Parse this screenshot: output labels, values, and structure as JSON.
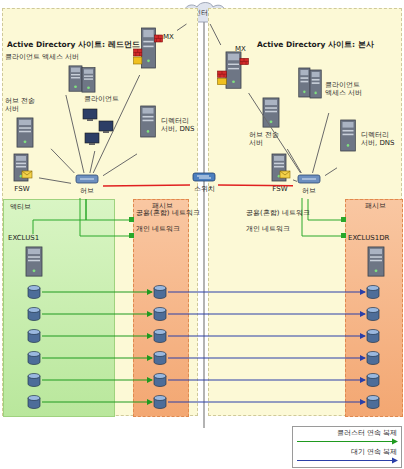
{
  "diagram": {
    "nodes": [
      {
        "text": [
          "인터넷"
        ]
      },
      {
        "text": [
          "Active Directory 사이트: 레드먼드"
        ]
      },
      {
        "text": [
          "MX"
        ],
        "in": 1
      },
      {
        "text": [
          "클라이언트 액세스 서버"
        ],
        "in": 1
      },
      {
        "text": [
          "허브 전송 서버"
        ],
        "in": 1
      },
      {
        "text": [
          "클라이언트"
        ],
        "in": 1
      },
      {
        "text": [
          "디렉터리 서버, DNS"
        ],
        "in": 1
      },
      {
        "text": [
          "FSW"
        ],
        "in": 1
      },
      {
        "text": [
          "허브"
        ],
        "in": 1
      },
      {
        "text": [
          "액티브"
        ],
        "in": 1
      },
      {
        "text": [
          "EXCLUS1"
        ],
        "in": 9
      },
      {
        "text": [
          "패시브"
        ],
        "in": 1
      },
      {
        "text": [
          "Active Directory 사이트: 본사"
        ]
      },
      {
        "text": [
          "MX"
        ],
        "in": 12
      },
      {
        "text": [
          "클라이언트 액세스 서버"
        ],
        "in": 12
      },
      {
        "text": [
          "허브 전송 서버"
        ],
        "in": 12
      },
      {
        "text": [
          "디렉터리 서버, DNS"
        ],
        "in": 12
      },
      {
        "text": [
          "FSW"
        ],
        "in": 12
      },
      {
        "text": [
          "허브"
        ],
        "in": 12
      },
      {
        "text": [
          "패시브"
        ],
        "in": 12
      },
      {
        "text": [
          "EXCLUS1DR"
        ],
        "in": 19
      },
      {
        "text": [
          "스위치"
        ]
      }
    ],
    "edges": [
      {
        "from": 0,
        "to": 2,
        "arrow": "none"
      },
      {
        "from": 0,
        "to": 13,
        "arrow": "none"
      },
      {
        "from": 8,
        "to": 2,
        "arrow": "none"
      },
      {
        "from": 8,
        "to": 3,
        "arrow": "none"
      },
      {
        "from": 8,
        "to": 4,
        "arrow": "none"
      },
      {
        "from": 8,
        "to": 5,
        "arrow": "none"
      },
      {
        "from": 8,
        "to": 6,
        "arrow": "none"
      },
      {
        "from": 8,
        "to": 7,
        "arrow": "none"
      },
      {
        "from": 8,
        "to": 21,
        "arrow": "none"
      },
      {
        "from": 21,
        "to": 18,
        "arrow": "none"
      },
      {
        "from": 18,
        "to": 13,
        "arrow": "none"
      },
      {
        "from": 18,
        "to": 14,
        "arrow": "none"
      },
      {
        "from": 18,
        "to": 15,
        "arrow": "none"
      },
      {
        "from": 18,
        "to": 16,
        "arrow": "none"
      },
      {
        "from": 18,
        "to": 17,
        "arrow": "none"
      },
      {
        "from": 8,
        "to": 10,
        "arrow": "none"
      },
      {
        "from": 8,
        "to": 11,
        "arrow": "none"
      },
      {
        "from": 18,
        "to": 19,
        "arrow": "none"
      }
    ],
    "labels": [
      "공용(혼합) 네트워크",
      "개인 네트워크",
      "공용(혼합) 네트워크",
      "개인 네트워크"
    ],
    "legend": [
      {
        "text": "클러스터 연속 복제"
      },
      {
        "text": "대기 연속 복제"
      }
    ]
  }
}
